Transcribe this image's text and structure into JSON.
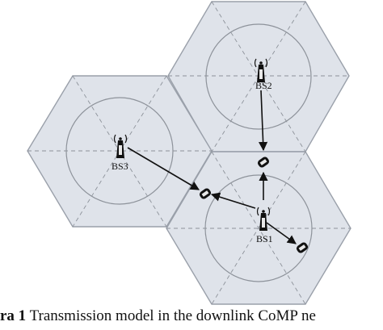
{
  "diagram": {
    "base_stations": [
      {
        "id": "BS1",
        "label": "BS1"
      },
      {
        "id": "BS2",
        "label": "BS2"
      },
      {
        "id": "BS3",
        "label": "BS3"
      }
    ],
    "user_equipment": [
      {
        "id": "ue-bs2-bs1-shared"
      },
      {
        "id": "ue-bs1-bs3-shared"
      },
      {
        "id": "ue-bs1-local"
      }
    ],
    "links": [
      {
        "from": "BS2",
        "to": "ue-bs2-bs1-shared"
      },
      {
        "from": "BS1",
        "to": "ue-bs2-bs1-shared"
      },
      {
        "from": "BS3",
        "to": "ue-bs1-bs3-shared"
      },
      {
        "from": "BS1",
        "to": "ue-bs1-bs3-shared"
      },
      {
        "from": "BS1",
        "to": "ue-bs1-local"
      }
    ],
    "colors": {
      "cell_fill": "#dfe3ea",
      "cell_stroke": "#9aa0aa",
      "link": "#111111"
    }
  },
  "caption": {
    "prefix": "ra 1",
    "text": " Transmission model in the downlink CoMP ne"
  }
}
